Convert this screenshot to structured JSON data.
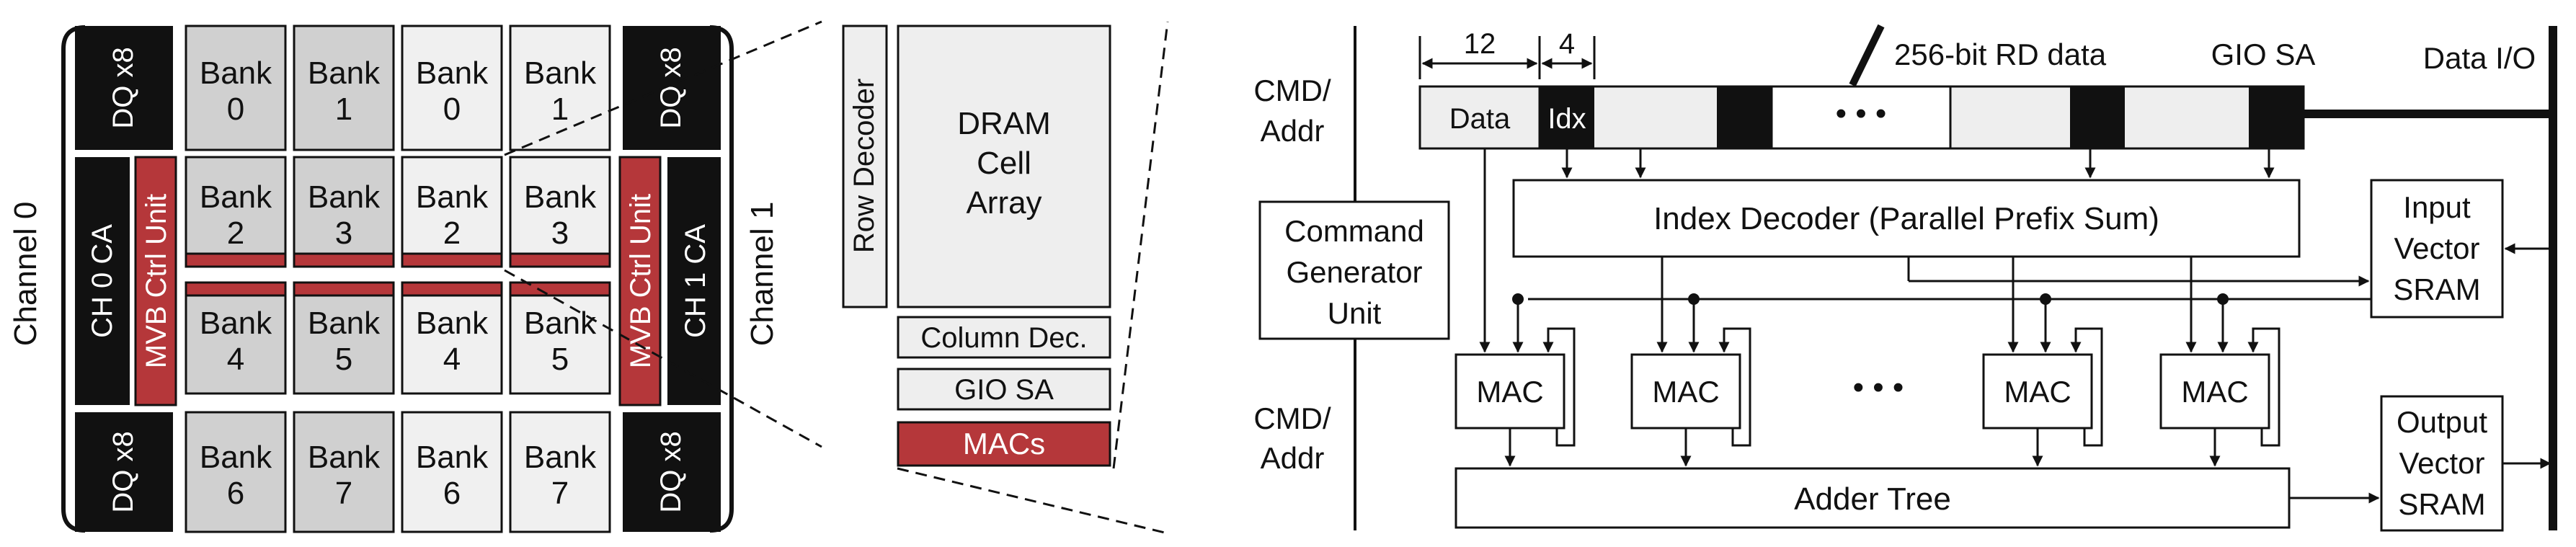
{
  "channels": {
    "channel0": "Channel 0",
    "channel1": "Channel 1",
    "ch0_ca": "CH 0 CA",
    "ch1_ca": "CH 1 CA",
    "dq": "DQ x8",
    "mvb_ctrl": "MVB Ctrl Unit"
  },
  "banks": [
    {
      "l1": "Bank",
      "l2": "0"
    },
    {
      "l1": "Bank",
      "l2": "1"
    },
    {
      "l1": "Bank",
      "l2": "0"
    },
    {
      "l1": "Bank",
      "l2": "1"
    },
    {
      "l1": "Bank",
      "l2": "2"
    },
    {
      "l1": "Bank",
      "l2": "3"
    },
    {
      "l1": "Bank",
      "l2": "2"
    },
    {
      "l1": "Bank",
      "l2": "3"
    },
    {
      "l1": "Bank",
      "l2": "4"
    },
    {
      "l1": "Bank",
      "l2": "5"
    },
    {
      "l1": "Bank",
      "l2": "4"
    },
    {
      "l1": "Bank",
      "l2": "5"
    },
    {
      "l1": "Bank",
      "l2": "6"
    },
    {
      "l1": "Bank",
      "l2": "7"
    },
    {
      "l1": "Bank",
      "l2": "6"
    },
    {
      "l1": "Bank",
      "l2": "7"
    }
  ],
  "bank_detail": {
    "row_decoder": "Row Decoder",
    "cell_array": [
      "DRAM",
      "Cell",
      "Array"
    ],
    "column_dec": "Column Dec.",
    "gio_sa": "GIO SA",
    "macs": "MACs"
  },
  "datapath": {
    "cmd_addr": [
      "CMD/",
      "Addr"
    ],
    "width_data": "12",
    "width_idx": "4",
    "rd_data": "256-bit RD data",
    "gio_sa": "GIO SA",
    "data_io": "Data I/O",
    "data": "Data",
    "idx": "Idx",
    "ellipsis": "• • •",
    "index_decoder": "Index Decoder (Parallel Prefix Sum)",
    "cmd_gen": [
      "Command",
      "Generator",
      "Unit"
    ],
    "input_vector": [
      "Input",
      "Vector",
      "SRAM"
    ],
    "output_vector": [
      "Output",
      "Vector",
      "SRAM"
    ],
    "mac": "MAC",
    "adder_tree": "Adder Tree"
  },
  "colors": {
    "bank_dark": "#d0d0d0",
    "bank_light": "#f0f0f0",
    "mvb_red": "#b5373a",
    "black": "#111111",
    "data_fill": "#eeeeee"
  }
}
